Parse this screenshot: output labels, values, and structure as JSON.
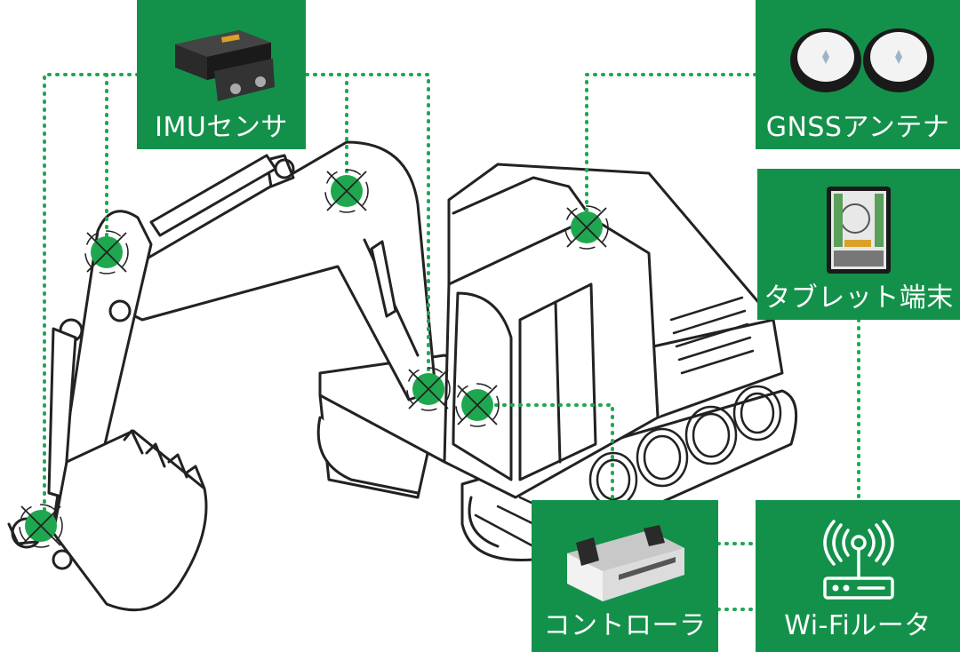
{
  "components": {
    "imu_sensor": {
      "label": "IMUセンサ",
      "icon": "imu-sensor-device-icon"
    },
    "gnss_antenna": {
      "label": "GNSSアンテナ",
      "icon": "gnss-antenna-pair-icon"
    },
    "tablet": {
      "label": "タブレット端末",
      "icon": "tablet-screen-icon"
    },
    "controller": {
      "label": "コントローラ",
      "icon": "controller-box-icon"
    },
    "wifi_router": {
      "label": "Wi-Fiルータ",
      "icon": "wifi-router-icon"
    }
  },
  "colors": {
    "accent_green": "#13914a",
    "marker_green": "#1fa750",
    "line_art": "#222222",
    "dotted_line": "#1fa750"
  },
  "excavator": {
    "icon": "excavator-line-drawing"
  }
}
